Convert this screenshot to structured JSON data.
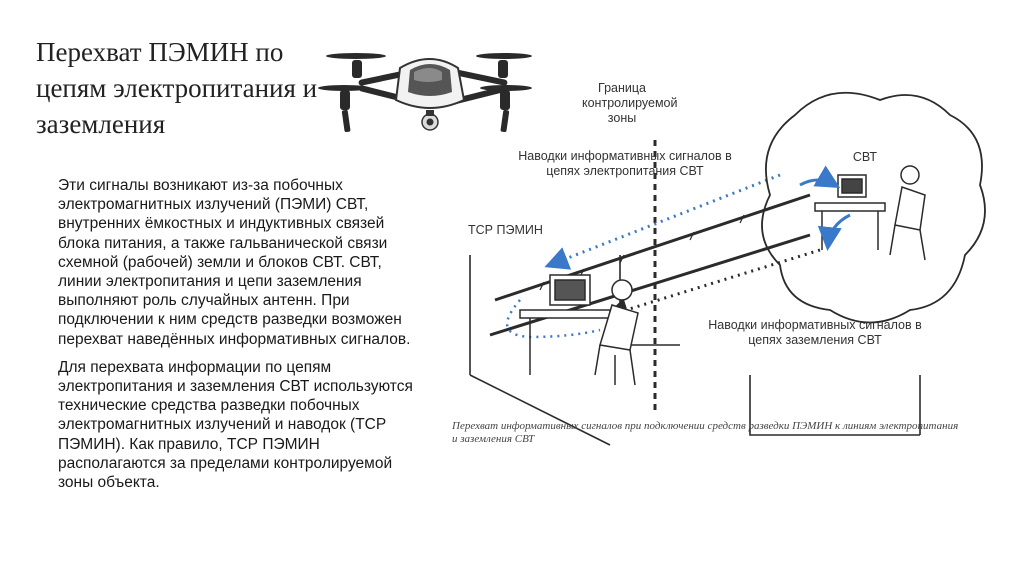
{
  "slide": {
    "title": "Перехват ПЭМИН по цепям электропитания и заземления",
    "paragraphs": [
      "Эти сигналы возникают из-за побочных электромагнитных излучений (ПЭМИ) СВТ, внутренних ёмкостных и индуктивных связей блока питания, а также гальванической связи схемной (рабочей) земли и блоков СВТ. СВТ, линии электропитания и цепи заземления выполняют роль случайных антенн. При подключении к ним средств разведки возможен перехват наведённых информативных сигналов.",
      "Для перехвата информации по цепям электропитания и заземления СВТ используются технические средства разведки побочных электромагнитных излучений и наводок (ТСР ПЭМИН). Как правило, ТСР ПЭМИН располагаются за пределами контролируемой зоны объекта."
    ]
  },
  "figure": {
    "label_boundary": "Граница контролируемой зоны",
    "label_power": "Наводки информативных сигналов в цепях электропитания СВТ",
    "label_ground": "Наводки информативных сигналов в цепях заземления СВТ",
    "label_tsr": "ТСР ПЭМИН",
    "label_svt": "СВТ",
    "caption": "Перехват информативных сигналов при подключении средств разведки ПЭМИН к линиям электропитания и заземления СВТ"
  },
  "colors": {
    "arrow_blue": "#3a78c9",
    "ink": "#2b2b2b"
  }
}
